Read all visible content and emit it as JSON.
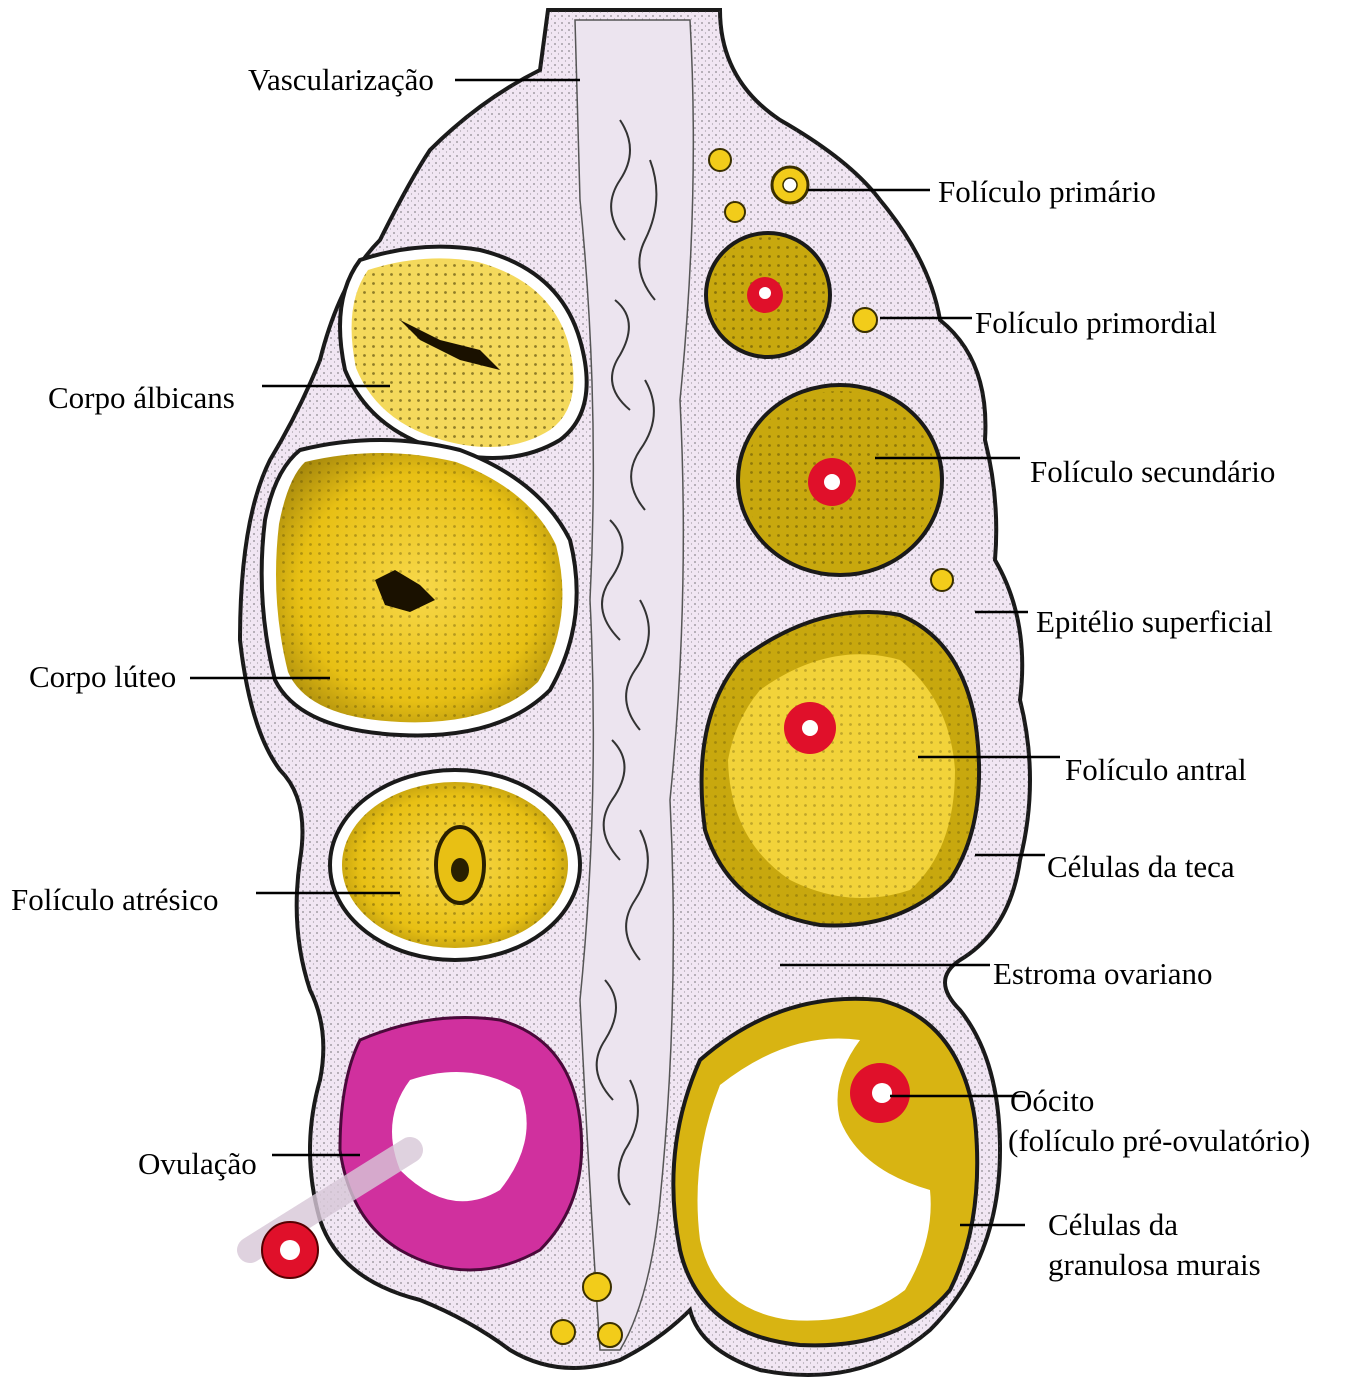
{
  "labels": {
    "vascularizacao": "Vascularização",
    "foliculo_primario": "Folículo primário",
    "foliculo_primordial": "Folículo primordial",
    "corpo_albicans": "Corpo álbicans",
    "foliculo_secundario": "Folículo secundário",
    "epitelio_superficial": "Epitélio superficial",
    "corpo_luteo": "Corpo lúteo",
    "foliculo_antral": "Folículo antral",
    "celulas_teca": "Células da teca",
    "foliculo_atresico": "Folículo atrésico",
    "estroma_ovariano": "Estroma ovariano",
    "oocito": "Oócito",
    "foliculo_pre_ovulatorio": "(folículo pré-ovulatório)",
    "ovulacao": "Ovulação",
    "celulas_granulosa_1": "Células da",
    "celulas_granulosa_2": "granulosa murais"
  },
  "colors": {
    "stroma": "#f1e6f3",
    "stroma_edge": "#1a1a1a",
    "yellow": "#f2cc1a",
    "yellow_dark": "#b89a10",
    "oocyte_red": "#e0102a",
    "ovulation_magenta": "#d0309e",
    "lines": "#000000"
  }
}
